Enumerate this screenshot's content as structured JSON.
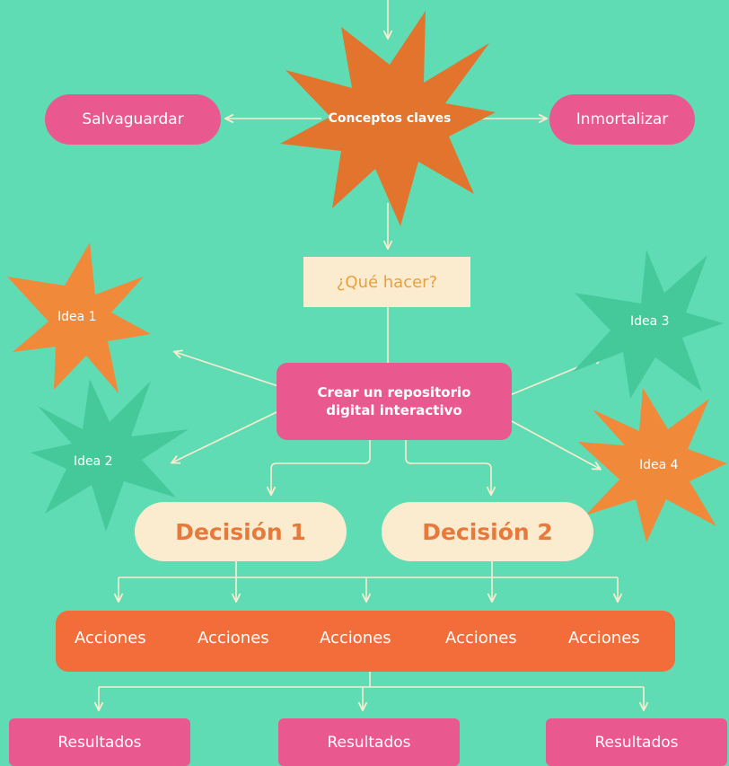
{
  "diagram": {
    "center": "Conceptos claves",
    "left_concept": "Salvaguardar",
    "right_concept": "Inmortalizar",
    "question": "¿Qué hacer?",
    "main": "Crear un repositorio digital interactivo",
    "ideas": [
      "Idea 1",
      "Idea 2",
      "Idea 3",
      "Idea 4"
    ],
    "decisions": [
      "Decisión 1",
      "Decisión 2"
    ],
    "actions": [
      "Acciones",
      "Acciones",
      "Acciones",
      "Acciones",
      "Acciones"
    ],
    "results": [
      "Resultados",
      "Resultados",
      "Resultados"
    ]
  },
  "colors": {
    "background": "#5fdcb4",
    "pink": "#e9588e",
    "cream": "#fbecd0",
    "orange": "#f08a3a",
    "green": "#46c99a",
    "actions_bar": "#f36d3b",
    "decision_text": "#e57a3c"
  }
}
